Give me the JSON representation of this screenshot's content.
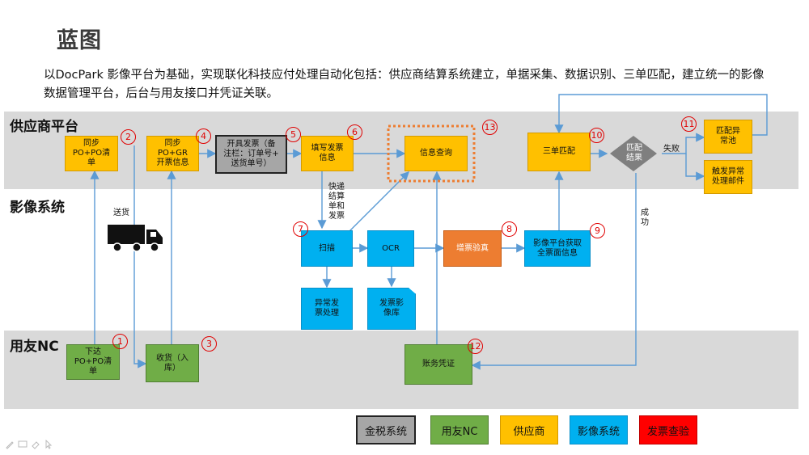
{
  "title": "蓝图",
  "description": "以DocPark 影像平台为基础，实现联化科技应付处理自动化包括：供应商结算系统建立，单据采集、数据识别、三单匹配，建立统一的影像数据管理平台，后台与用友接口并凭证关联。",
  "lanes": {
    "supplier": "供应商平台",
    "imaging": "影像系统",
    "yonyou": "用友NC"
  },
  "boxes": {
    "sync_po": "同步\nPO+PO清\n单",
    "sync_gr": "同步\nPO+GR\n开票信息",
    "issue_invoice": "开具发票（备\n注栏：订单号+\n送货单号）",
    "fill_invoice": "填写发票\n信息",
    "info_query": "信息查询",
    "three_match": "三单匹配",
    "match_result": "匹配\n结果",
    "exception_pool": "匹配异\n常池",
    "exception_mail": "触发异常\n处理邮件",
    "scan": "扫描",
    "ocr": "OCR",
    "verify": "增票验真",
    "get_info": "影像平台获取\n全票面信息",
    "exception_invoice": "异常发\n票处理",
    "invoice_repo": "发票影\n像库",
    "issue_po": "下达\nPO+PO清\n单",
    "receive": "收货（入\n库）",
    "voucher": "账务凭证"
  },
  "step_numbers": [
    "1",
    "2",
    "3",
    "4",
    "5",
    "6",
    "7",
    "8",
    "9",
    "10",
    "11",
    "12",
    "13"
  ],
  "labels": {
    "delivery": "送货",
    "express": "快递\n结算\n单和\n发票",
    "fail": "失败",
    "success": "成\n功"
  },
  "legend": [
    {
      "label": "金税系统",
      "color": "#a6a6a6"
    },
    {
      "label": "用友NC",
      "color": "#70ad47"
    },
    {
      "label": "供应商",
      "color": "#ffc000"
    },
    {
      "label": "影像系统",
      "color": "#00b0f0"
    },
    {
      "label": "发票查验",
      "color": "#ff0000"
    }
  ],
  "icons": [
    "truck-icon",
    "pen-icon",
    "comment-icon",
    "eraser-icon",
    "cursor-icon"
  ],
  "colors": {
    "supplier": "#ffc000",
    "imaging": "#00b0f0",
    "yonyou": "#70ad47",
    "tax": "#a6a6a6",
    "verify": "#ed7d31",
    "step": "#e00000",
    "arrow": "#5b9bd5"
  }
}
